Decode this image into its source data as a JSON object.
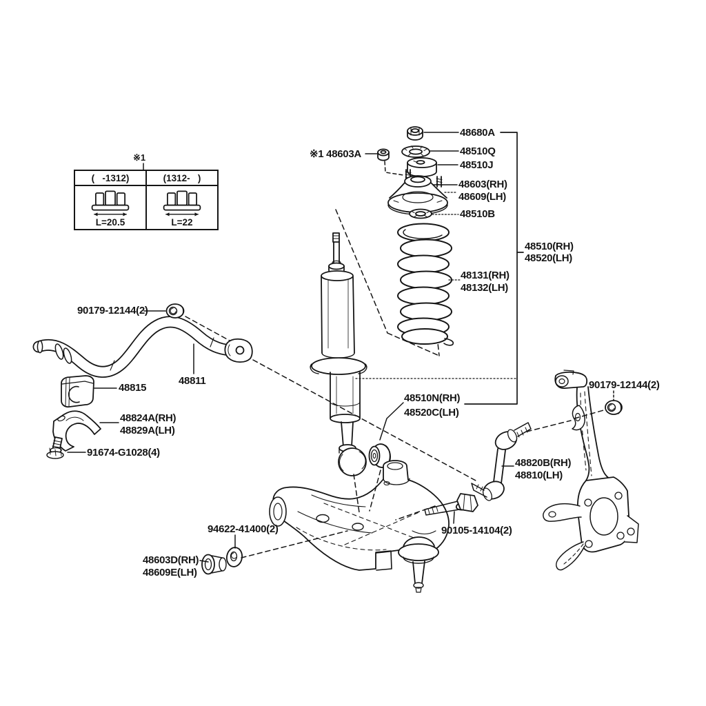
{
  "colors": {
    "ink": "#151515",
    "background": "#ffffff"
  },
  "note_table": {
    "mark": "※1",
    "col1_header": "(   -1312)",
    "col2_header": "(1312-   )",
    "col1_dim": "L=20.5",
    "col2_dim": "L=22"
  },
  "labels": {
    "p48680a": "48680A",
    "p48510q": "48510Q",
    "p48510j": "48510J",
    "p48603_rh": "48603(RH)",
    "p48609_lh": "48609(LH)",
    "p48510b": "48510B",
    "p48510_rh": "48510(RH)",
    "p48520_lh": "48520(LH)",
    "p48131_rh": "48131(RH)",
    "p48132_lh": "48132(LH)",
    "note_48603a": "※1 48603A",
    "nut_left": "90179-12144(2)",
    "nut_right": "90179-12144(2)",
    "p48811": "48811",
    "p48815": "48815",
    "p48824a_rh": "48824A(RH)",
    "p48829a_lh": "48829A(LH)",
    "p91674": "91674-G1028(4)",
    "p48510n_rh": "48510N(RH)",
    "p48520c_lh": "48520C(LH)",
    "p48820b_rh": "48820B(RH)",
    "p48810_lh": "48810(LH)",
    "p90105": "90105-14104(2)",
    "p94622": "94622-41400(2)",
    "p48603d_rh": "48603D(RH)",
    "p48609e_lh": "48609E(LH)"
  }
}
